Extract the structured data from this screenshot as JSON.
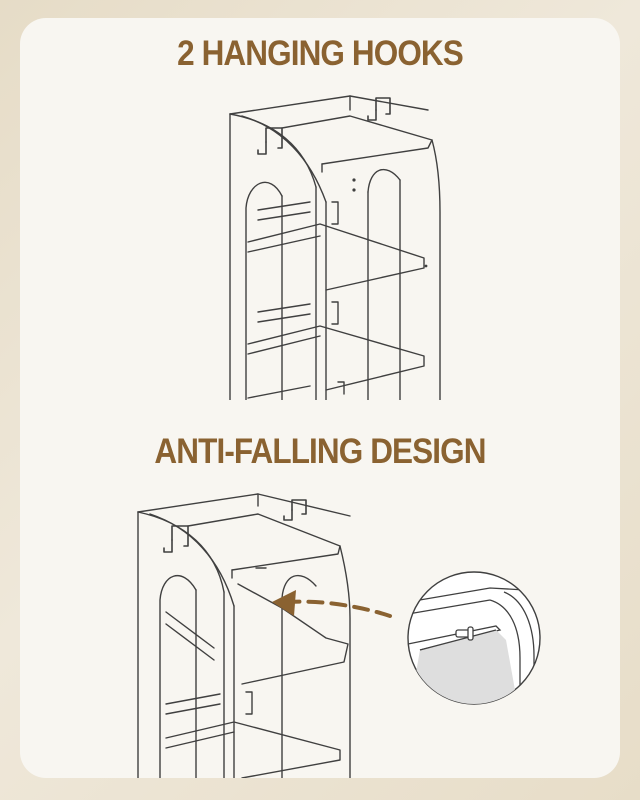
{
  "sections": [
    {
      "title": "2 HANGING HOOKS"
    },
    {
      "title": "ANTI-FALLING DESIGN"
    }
  ],
  "colors": {
    "title": "#8a6231",
    "arrow": "#8a6231",
    "line": "#404040",
    "card": "#f8f6f1",
    "background": "#e8dfcb"
  },
  "icons": {
    "top": "shelf-with-hooks-illustration",
    "bottom": "shelf-anti-fall-illustration",
    "detail": "magnified-pin-detail",
    "arrow": "dashed-arrow"
  }
}
